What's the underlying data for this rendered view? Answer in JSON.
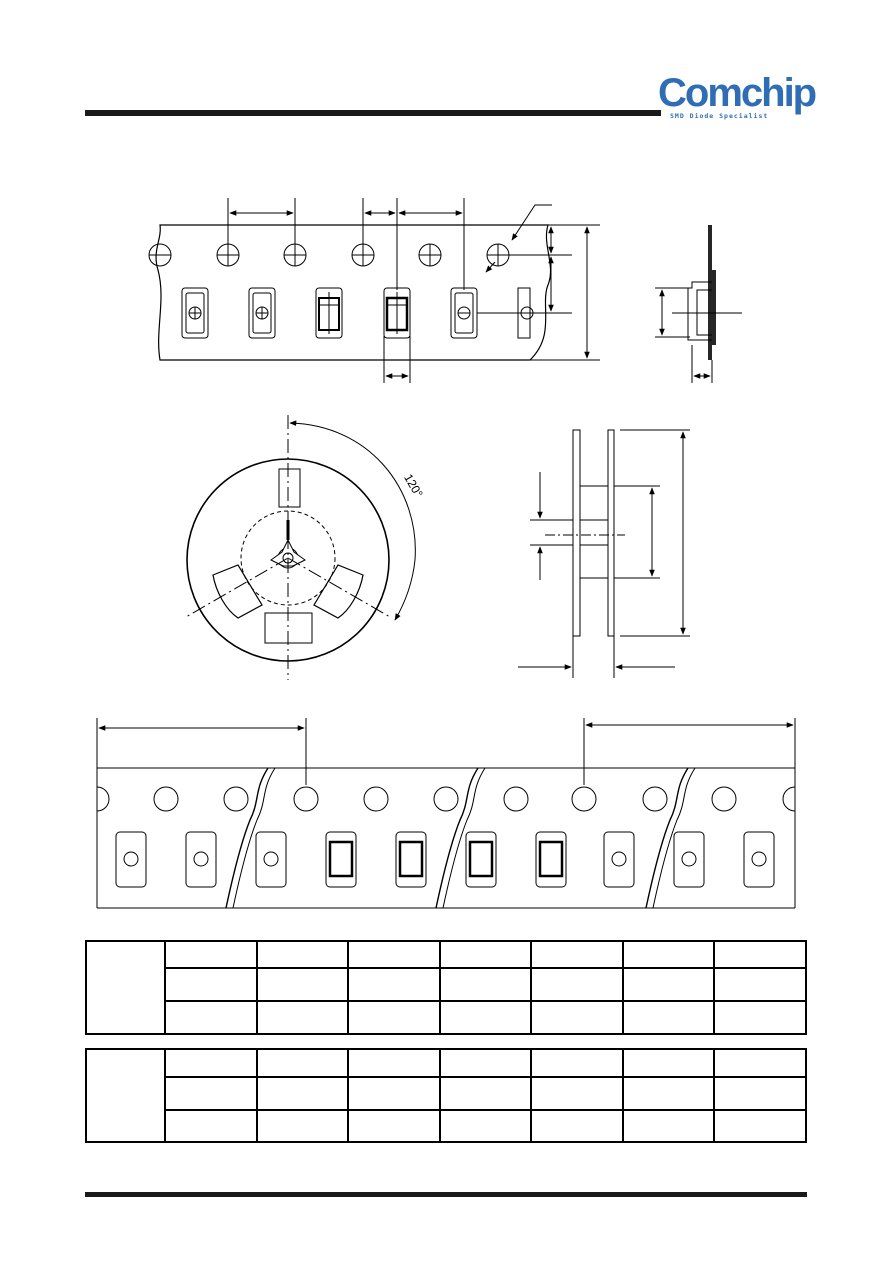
{
  "header": {
    "logo": {
      "text": "Comchip",
      "tagline": "SMD Diode Specialist",
      "color": "#2f6db5"
    }
  },
  "figures": {
    "reel_angle_label": "120°"
  },
  "tables": [
    {
      "rows": [
        [
          "",
          "",
          "",
          "",
          "",
          "",
          "",
          ""
        ],
        [
          "",
          "",
          "",
          "",
          "",
          "",
          ""
        ],
        [
          "",
          "",
          "",
          "",
          "",
          "",
          ""
        ]
      ]
    },
    {
      "rows": [
        [
          "",
          "",
          "",
          "",
          "",
          "",
          "",
          ""
        ],
        [
          "",
          "",
          "",
          "",
          "",
          "",
          ""
        ],
        [
          "",
          "",
          "",
          "",
          "",
          "",
          ""
        ]
      ]
    }
  ]
}
